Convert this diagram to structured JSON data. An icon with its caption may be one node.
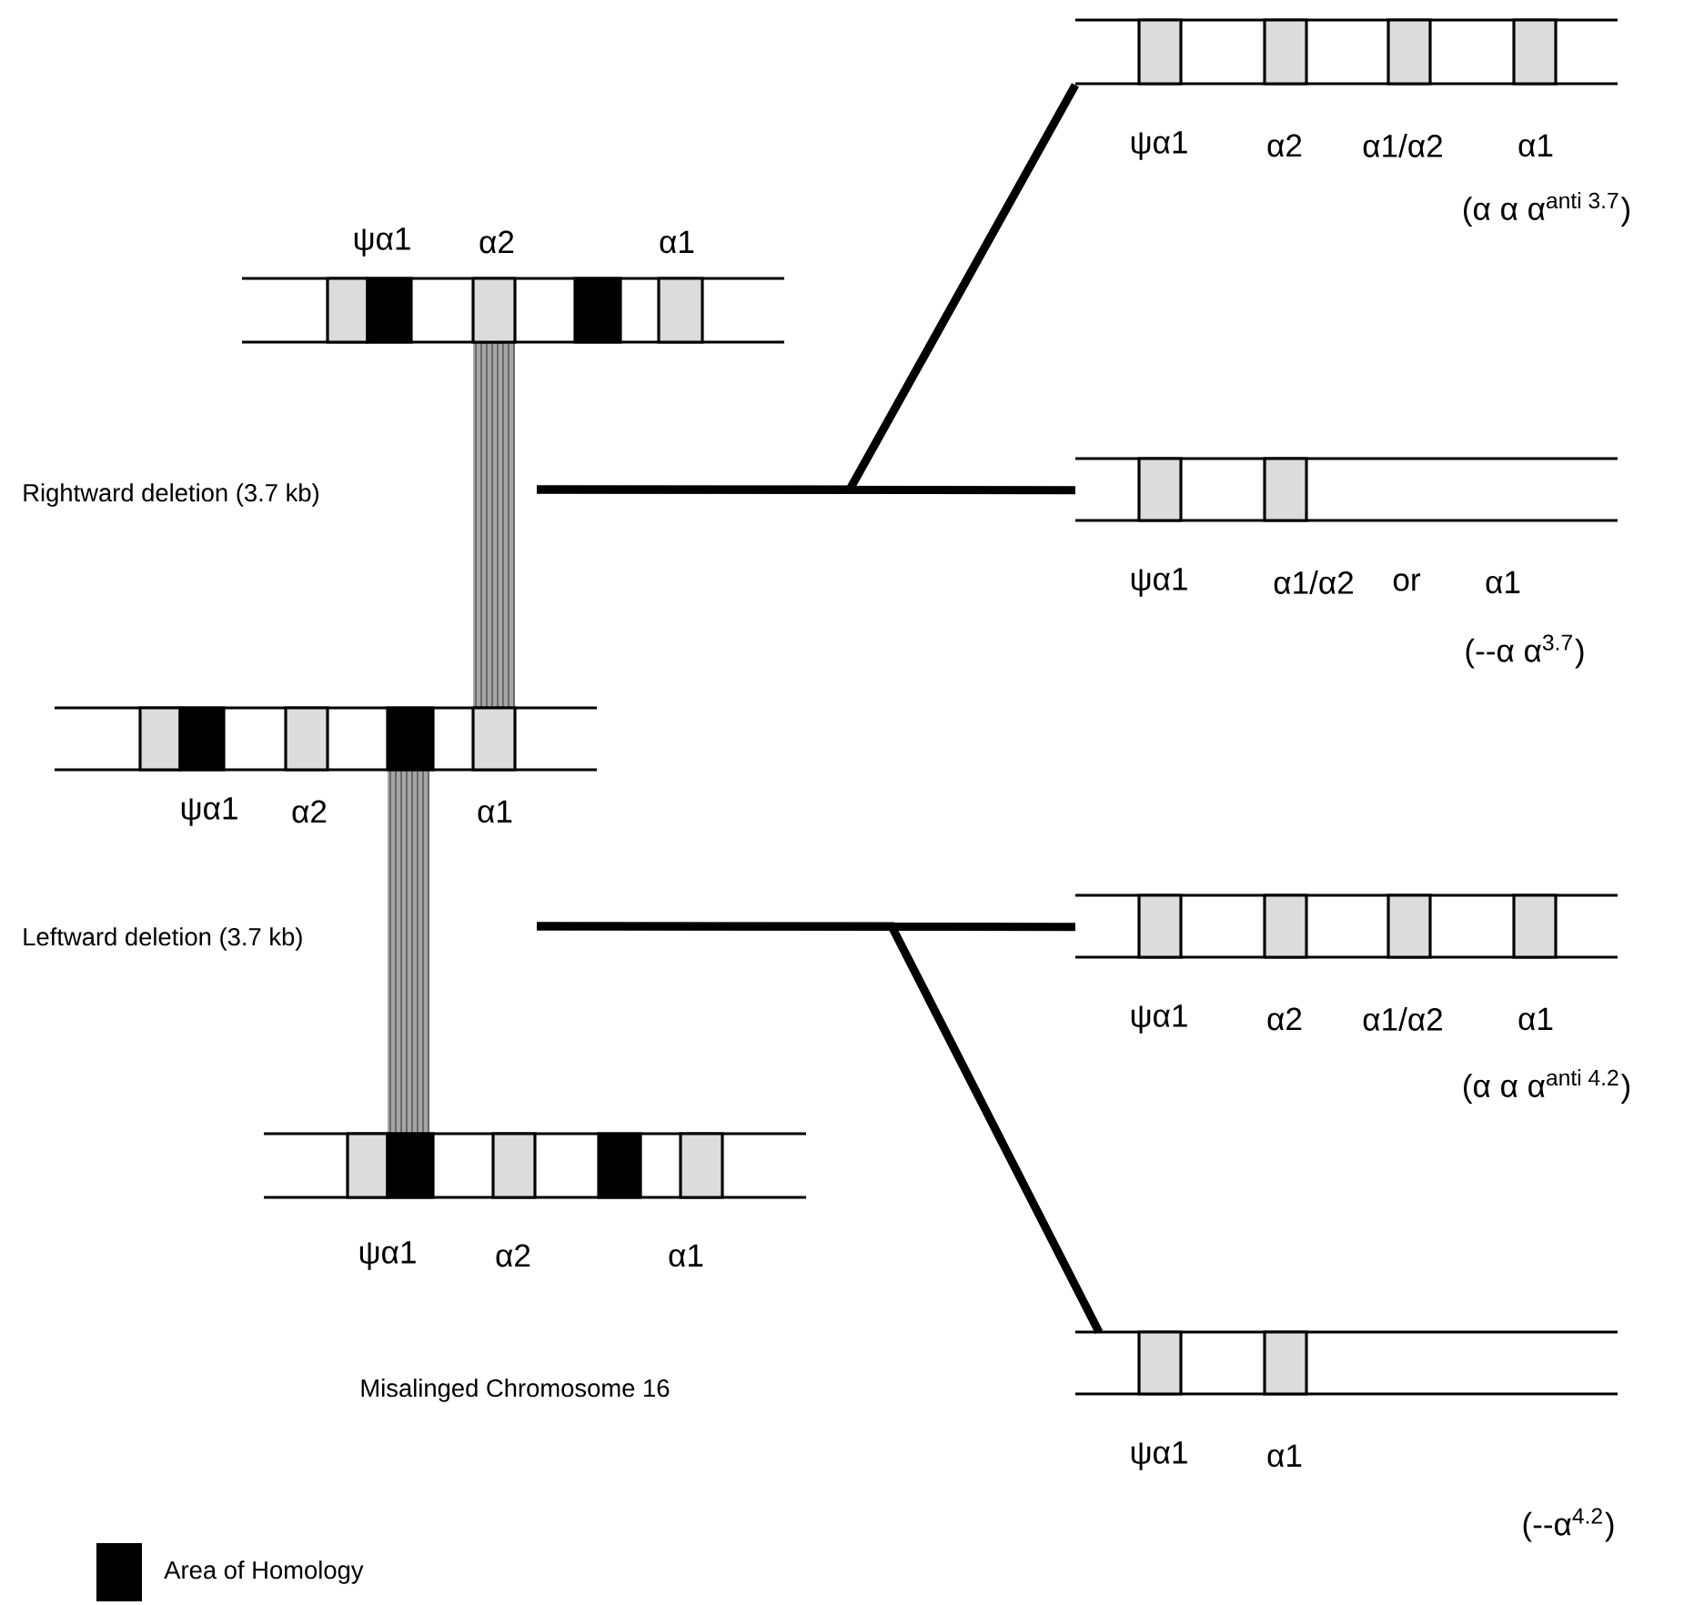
{
  "diagram": {
    "nodes": [
      {
        "text": [
          "ψα1",
          "α2",
          "α1"
        ]
      },
      {
        "text": [
          "ψα1",
          "α2",
          "α1"
        ]
      },
      {
        "text": [
          "ψα1",
          "α2",
          "α1"
        ]
      },
      {
        "text": [
          "ψα1",
          "α2",
          "α1/α2",
          "α1"
        ],
        "beside": [
          "(α α α$^{anti 3.7}$)"
        ]
      },
      {
        "text": [
          "ψα1",
          "α1/α2",
          "or",
          "α1"
        ],
        "beside": [
          "(--α α$^{3.7}$)"
        ]
      },
      {
        "text": [
          "ψα1",
          "α2",
          "α1/α2",
          "α1"
        ],
        "beside": [
          "(α α α$^{anti 4.2}$)"
        ]
      },
      {
        "text": [
          "ψα1",
          "α1"
        ],
        "beside": [
          "(--α$^{4.2}$)"
        ]
      }
    ],
    "edges": [
      {
        "from": null,
        "to": 3,
        "arrow": "none"
      },
      {
        "from": null,
        "to": 4,
        "arrow": "none"
      },
      {
        "from": null,
        "to": 5,
        "arrow": "none"
      },
      {
        "from": null,
        "to": 6,
        "arrow": "none"
      }
    ],
    "labels": [
      "Rightward deletion (3.7 kb)",
      "Leftward deletion (3.7 kb)",
      "Misalinged Chromosome 16"
    ],
    "legend": [
      {
        "text": "Area of Homology",
        "color": "#000000"
      }
    ]
  }
}
